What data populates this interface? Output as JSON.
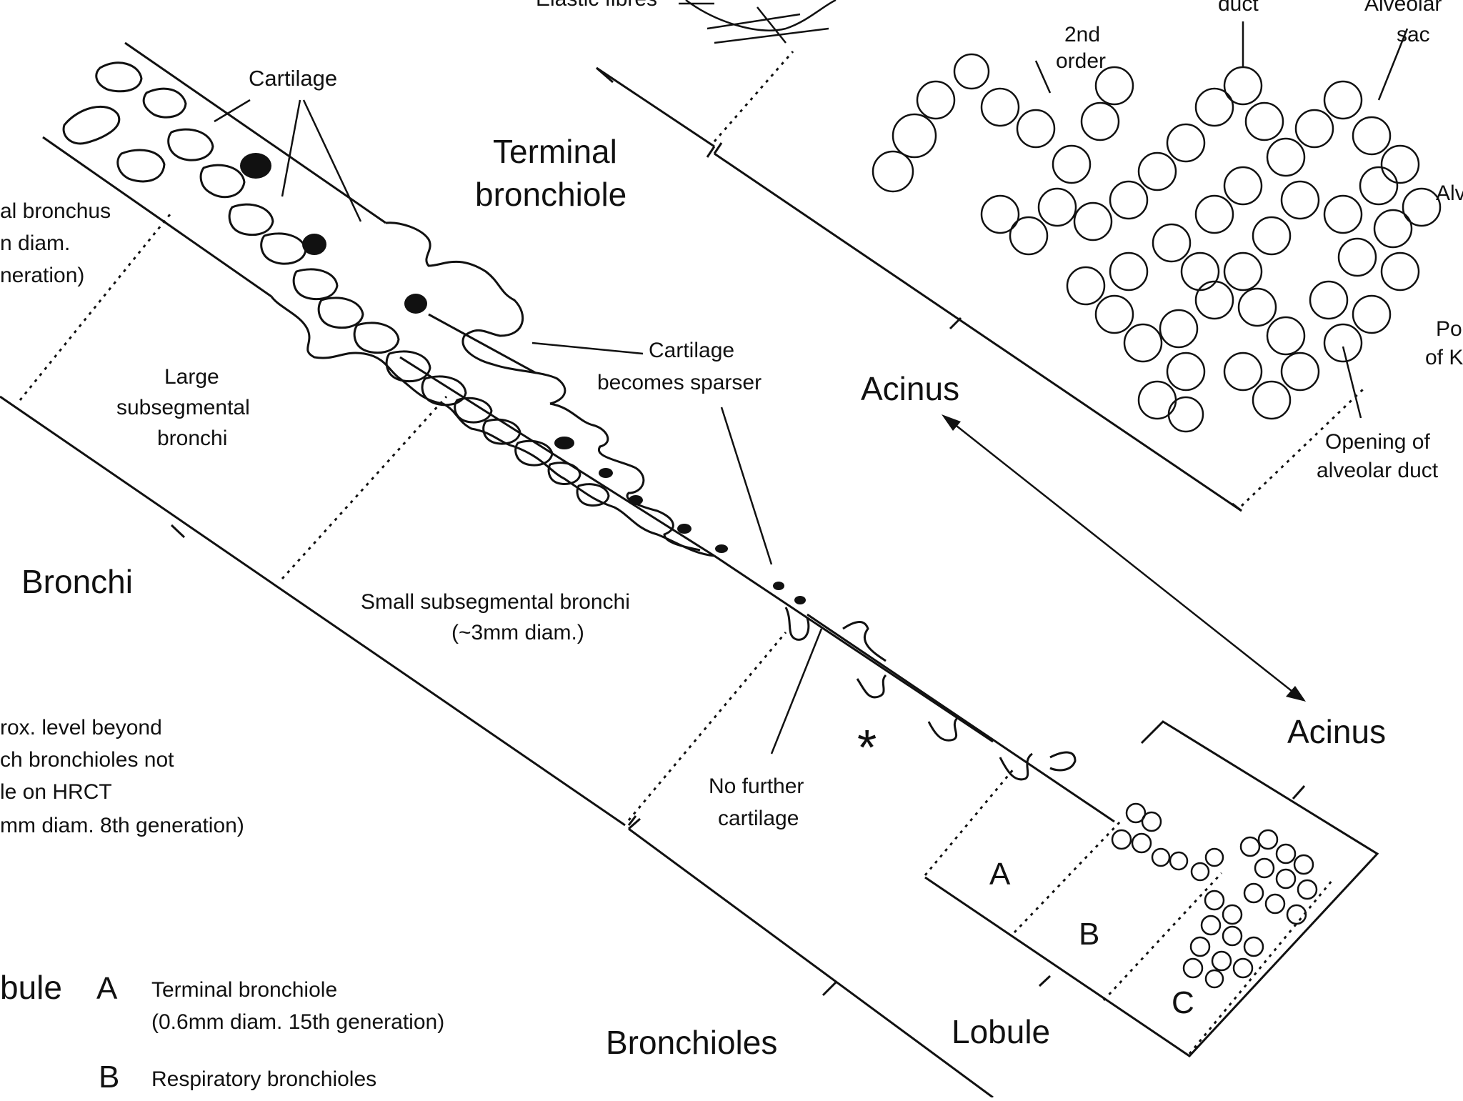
{
  "labels": {
    "elastic_fibres": "Elastic fibres",
    "alveolar_duct_top": "duct",
    "alveolar_sac_1": "Alveolar",
    "alveolar_sac_2": "sac",
    "second_order_1": "2nd",
    "second_order_2": "order",
    "cartilage": "Cartilage",
    "terminal_bronchiole_1": "Terminal",
    "terminal_bronchiole_2": "bronchiole",
    "alv_edge": "Alv",
    "segmental_1": "al bronchus",
    "segmental_2": "n diam.",
    "segmental_3": "neration)",
    "pores_1": "Po",
    "pores_2": "of K",
    "large_subseg_1": "Large",
    "large_subseg_2": "subsegmental",
    "large_subseg_3": "bronchi",
    "cartilage_sparser_1": "Cartilage",
    "cartilage_sparser_2": "becomes sparser",
    "acinus_mid": "Acinus",
    "opening_1": "Opening of",
    "opening_2": "alveolar duct",
    "bronchi": "Bronchi",
    "small_subseg_1": "Small subsegmental bronchi",
    "small_subseg_2": "(~3mm diam.)",
    "hrct_1": "rox. level beyond",
    "hrct_2": "ch bronchioles not",
    "hrct_3": "le on HRCT",
    "hrct_4": "mm diam. 8th generation)",
    "asterisk": "*",
    "acinus_right": "Acinus",
    "no_further_1": "No further",
    "no_further_2": "cartilage",
    "zone_a": "A",
    "zone_b": "B",
    "zone_c": "C",
    "lobule_legend": "bule",
    "legend_a_letter": "A",
    "legend_a_1": "Terminal bronchiole",
    "legend_a_2": "(0.6mm diam. 15th generation)",
    "legend_b_letter": "B",
    "legend_b_1": "Respiratory bronchioles",
    "bronchioles": "Bronchioles",
    "lobule": "Lobule"
  }
}
